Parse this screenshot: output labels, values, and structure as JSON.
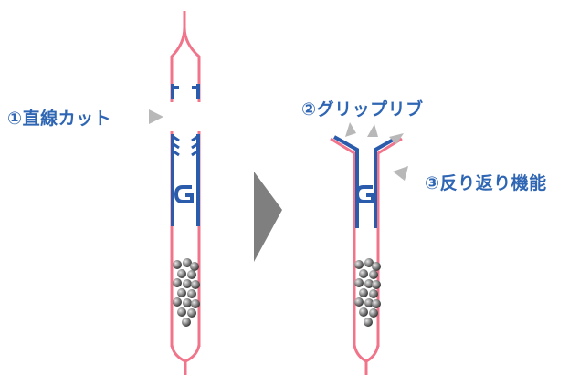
{
  "labels": {
    "cut": "①直線カット",
    "grip": "②グリップリブ",
    "flip": "③反り返り機能"
  },
  "colors": {
    "tube": "#f0748a",
    "inner": "#2a5cab",
    "label": "#2f66b3",
    "pointer": "#b8b8b8",
    "arrow": "#7f7f7f",
    "ball": "#7a7a7a"
  },
  "icons": [
    "pointer-triangle-icon",
    "transition-arrow-icon",
    "clip-hook-icon"
  ]
}
